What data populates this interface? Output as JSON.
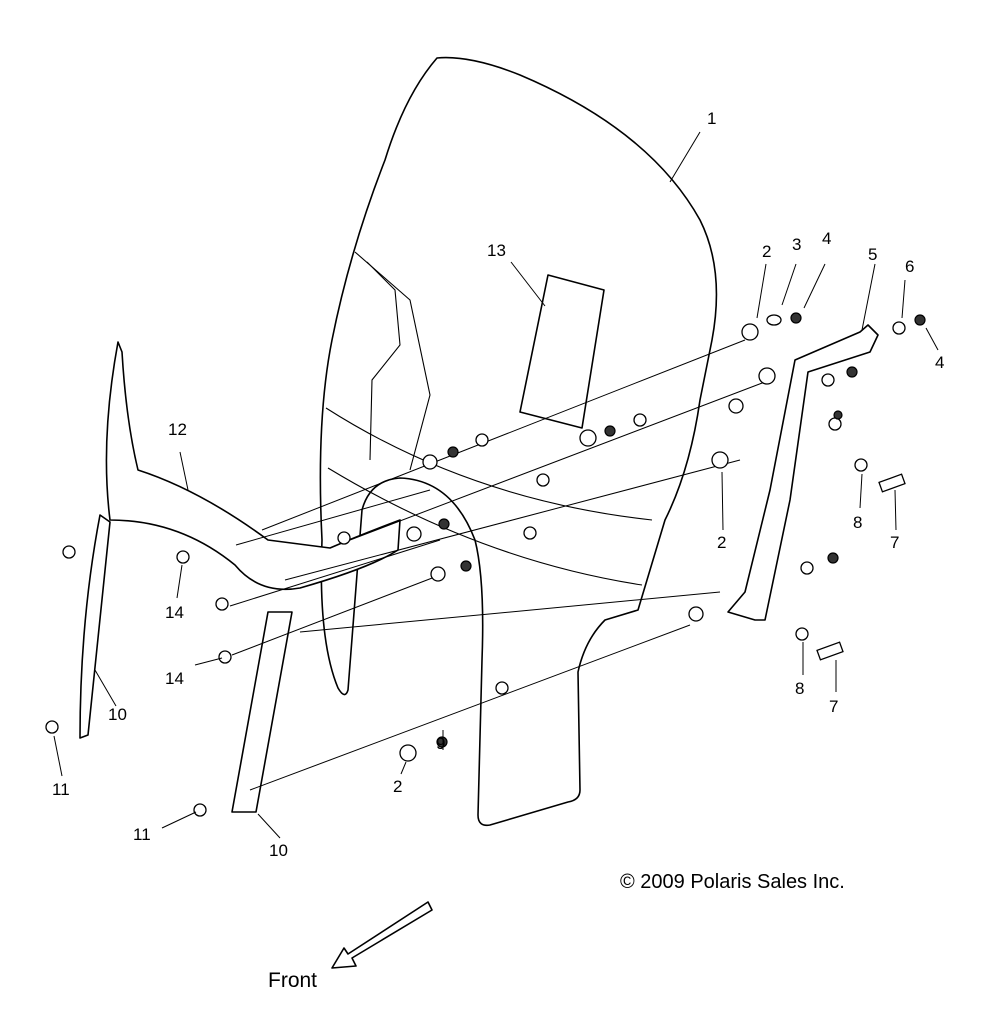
{
  "callouts": {
    "c1": "1",
    "c2a": "2",
    "c3": "3",
    "c4a": "4",
    "c5": "5",
    "c6": "6",
    "c4b": "4",
    "c13": "13",
    "c12": "12",
    "c2b": "2",
    "c8a": "8",
    "c7a": "7",
    "c14a": "14",
    "c14b": "14",
    "c10a": "10",
    "c11a": "11",
    "c8b": "8",
    "c7b": "7",
    "c2c": "2",
    "c9": "9",
    "c11b": "11",
    "c10b": "10"
  },
  "copyright": "© 2009 Polaris Sales Inc.",
  "front_label": "Front"
}
